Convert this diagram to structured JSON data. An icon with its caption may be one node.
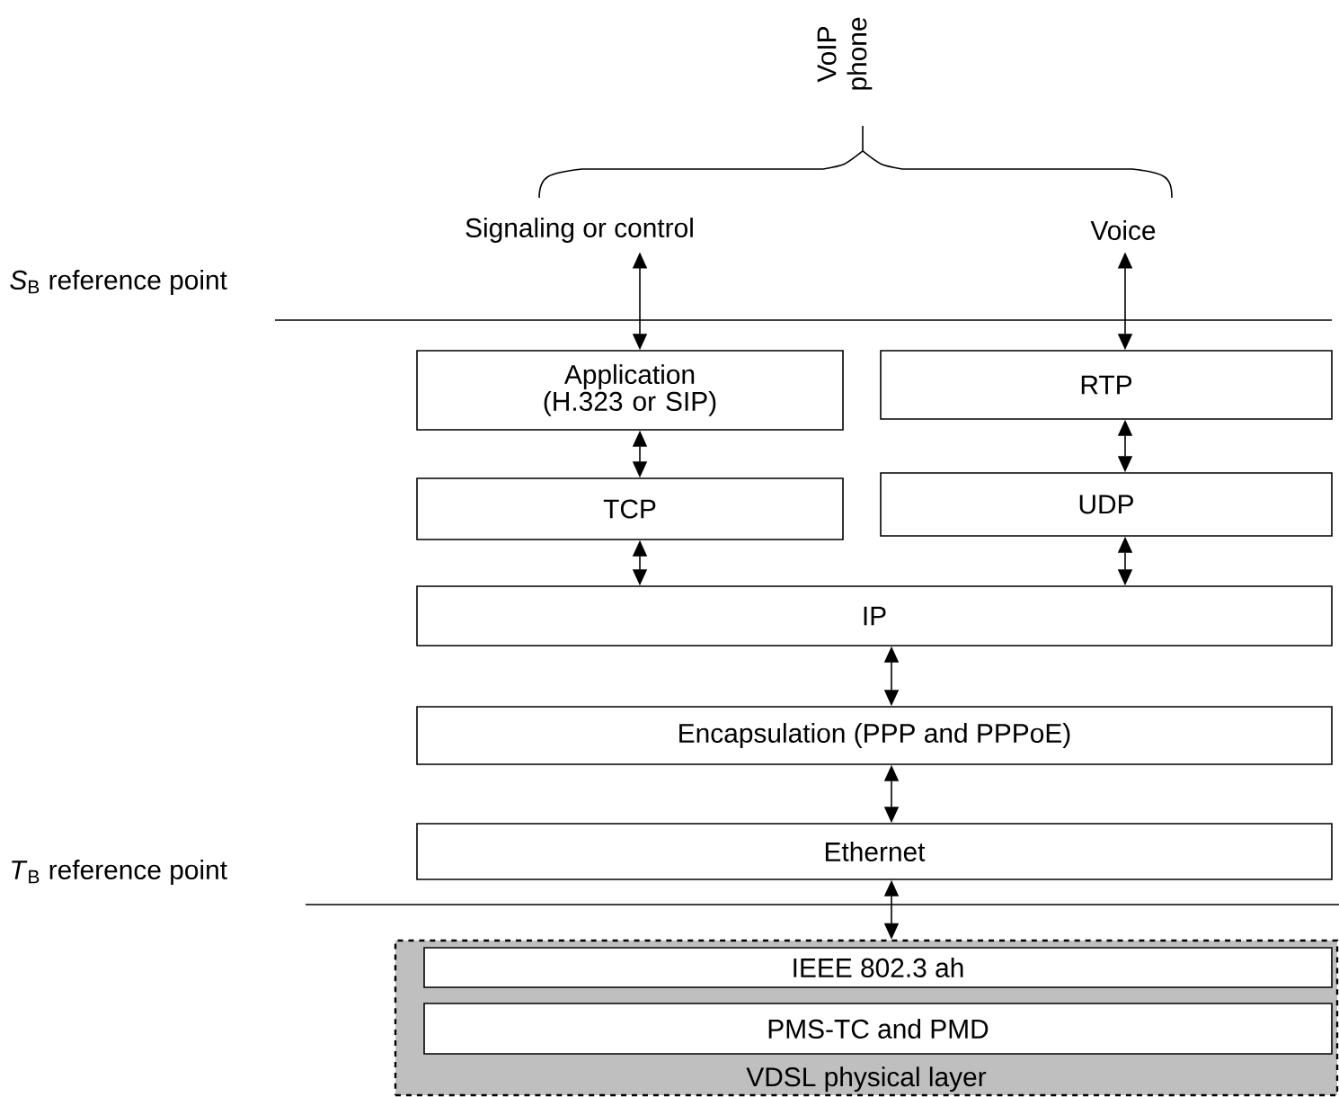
{
  "diagram": {
    "nodes": [
      {
        "text": [
          "Signaling or control"
        ]
      },
      {
        "text": [
          "Voice"
        ]
      },
      {
        "text": [
          "Application (H.323 or SIP)"
        ]
      },
      {
        "text": [
          "RTP"
        ]
      },
      {
        "text": [
          "TCP"
        ]
      },
      {
        "text": [
          "UDP"
        ]
      },
      {
        "text": [
          "IP"
        ]
      },
      {
        "text": [
          "Encapsulation (PPP and PPPoE)"
        ]
      },
      {
        "text": [
          "Ethernet"
        ]
      },
      {
        "text": [
          "VDSL physical layer"
        ]
      },
      {
        "text": [
          "IEEE 802.3 ah"
        ],
        "in": 9
      },
      {
        "text": [
          "PMS-TC and PMD"
        ],
        "in": 9
      }
    ],
    "edges": [
      {
        "from": 0,
        "to": 2,
        "arrow": "both"
      },
      {
        "from": 1,
        "to": 3,
        "arrow": "both"
      },
      {
        "from": 2,
        "to": 4,
        "arrow": "both"
      },
      {
        "from": 3,
        "to": 5,
        "arrow": "both"
      },
      {
        "from": 4,
        "to": 6,
        "arrow": "both"
      },
      {
        "from": 5,
        "to": 6,
        "arrow": "both"
      },
      {
        "from": 6,
        "to": 7,
        "arrow": "both"
      },
      {
        "from": 7,
        "to": 8,
        "arrow": "both"
      },
      {
        "from": 8,
        "to": 9,
        "arrow": "both"
      }
    ],
    "labels": [
      "VoIP phone",
      "*S*$_{B}$ reference point",
      "*T*$_{B}$  reference point"
    ]
  }
}
